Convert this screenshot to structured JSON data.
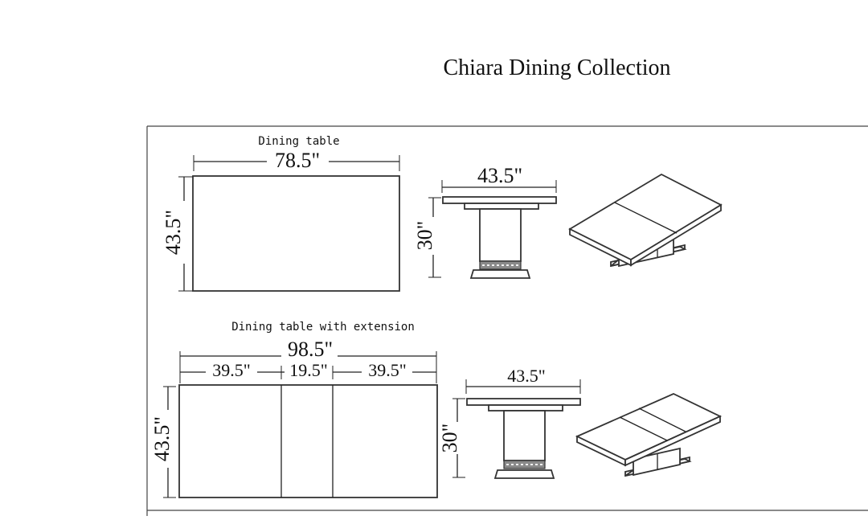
{
  "title": "Chiara Dining Collection",
  "dining_table": {
    "caption": "Dining table",
    "top_view": {
      "width": "78.5\"",
      "depth": "43.5\""
    },
    "side_view": {
      "width": "43.5\"",
      "height": "30\""
    }
  },
  "dining_table_extension": {
    "caption": "Dining table with extension",
    "top_view": {
      "total_width": "98.5\"",
      "sections": [
        "39.5\"",
        "19.5\"",
        "39.5\""
      ],
      "depth": "43.5\""
    },
    "side_view": {
      "width": "43.5\"",
      "height": "30\""
    }
  }
}
